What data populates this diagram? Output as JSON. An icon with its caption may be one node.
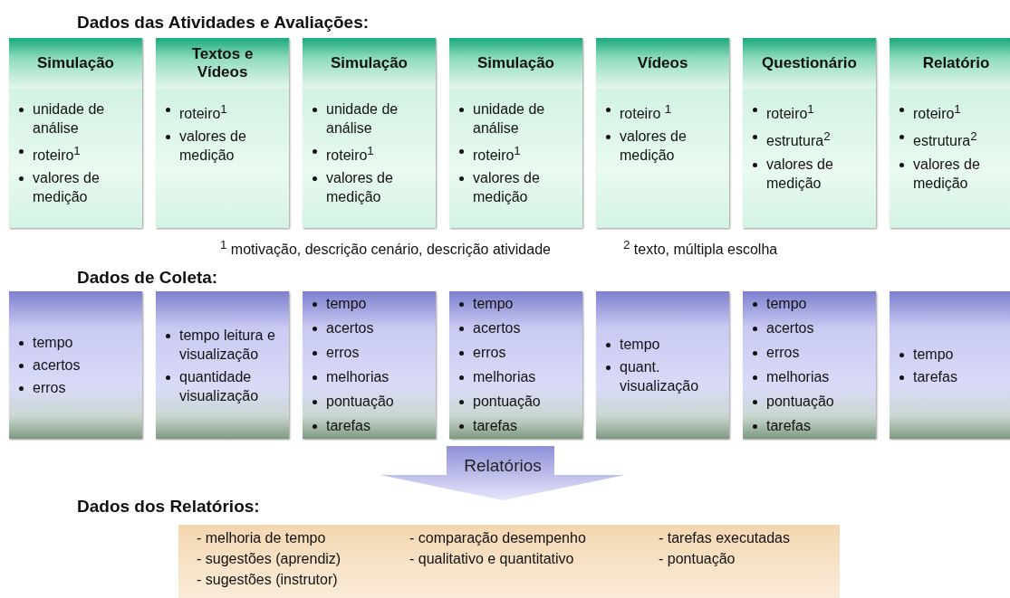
{
  "diagram": {
    "nodes": [
      {
        "text": [
          "Simulação",
          "unidade de análise",
          "roteiro$^{1}$",
          "valores de medição"
        ]
      },
      {
        "text": [
          "Textos e Vídeos",
          "roteiro$^{1}$",
          "valores de medição"
        ]
      },
      {
        "text": [
          "Simulação",
          "unidade de análise",
          "roteiro$^{1}$",
          "valores de medição"
        ]
      },
      {
        "text": [
          "Simulação",
          "unidade de análise",
          "roteiro$^{1}$",
          "valores de medição"
        ]
      },
      {
        "text": [
          "Vídeos",
          "roteiro $^{1}$",
          "valores de medição"
        ]
      },
      {
        "text": [
          "Questionário",
          "roteiro$^{1}$",
          "estrutura$^{2}$",
          "valores de medição"
        ]
      },
      {
        "text": [
          "Relatório",
          "roteiro$^{1}$",
          "estrutura$^{2}$",
          "valores de medição"
        ]
      },
      {
        "text": [
          "tempo",
          "acertos",
          "erros"
        ]
      },
      {
        "text": [
          "tempo leitura e visualização",
          "quantidade visualização"
        ]
      },
      {
        "text": [
          "tempo",
          "acertos",
          "erros",
          "melhorias",
          "pontuação",
          "tarefas"
        ]
      },
      {
        "text": [
          "tempo",
          "acertos",
          "erros",
          "melhorias",
          "pontuação",
          "tarefas"
        ]
      },
      {
        "text": [
          "tempo",
          "quant. visualização"
        ]
      },
      {
        "text": [
          "tempo",
          "acertos",
          "erros",
          "melhorias",
          "pontuação",
          "tarefas"
        ]
      },
      {
        "text": [
          "tempo",
          "tarefas"
        ]
      },
      {
        "text": [
          "Relatórios"
        ]
      },
      {
        "text": [
          "- melhoria de tempo",
          "- comparação desempenho",
          "- tarefas executadas",
          "- sugestões (aprendiz)",
          "- qualitativo e quantitativo",
          "- pontuação",
          "- sugestões (instrutor)"
        ]
      }
    ],
    "labels": [
      "Dados das Atividades e Avaliações:",
      "$^{1}$ motivação, descrição cenário, descrição atividade",
      "$^{2}$ texto, múltipla escolha",
      "Dados de Coleta:",
      "Dados dos Relatórios:"
    ]
  }
}
